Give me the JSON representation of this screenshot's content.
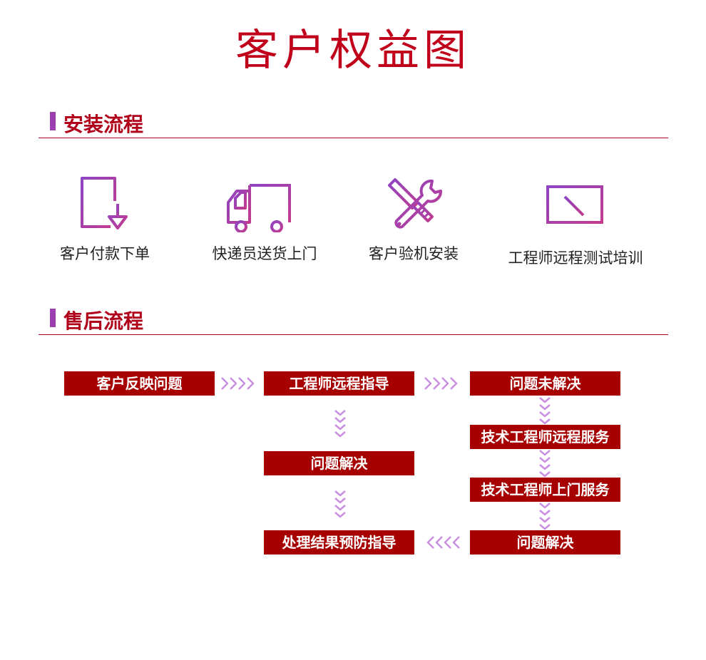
{
  "title": "客户权益图",
  "sections": {
    "install": {
      "title": "安装流程"
    },
    "after_sales": {
      "title": "售后流程"
    }
  },
  "install_steps": [
    {
      "icon": "document-download-icon",
      "label": "客户付款下单"
    },
    {
      "icon": "delivery-truck-icon",
      "label": "快递员送货上门"
    },
    {
      "icon": "wrench-screwdriver-icon",
      "label": "客户验机安装"
    },
    {
      "icon": "remote-screen-icon",
      "label": "工程师远程测试培训"
    }
  ],
  "after_sales_nodes": {
    "customer_report": "客户反映问题",
    "remote_guidance": "工程师远程指导",
    "unresolved": "问题未解决",
    "resolved_left": "问题解决",
    "tech_remote_service": "技术工程师远程服务",
    "tech_onsite_service": "技术工程师上门服务",
    "result_prevention": "处理结果预防指导",
    "resolved_right": "问题解决"
  },
  "colors": {
    "title_red": "#c0001a",
    "box_red": "#a60000",
    "accent_purple": "#9b3fb0",
    "arrow_purple": "#c98fe0"
  }
}
